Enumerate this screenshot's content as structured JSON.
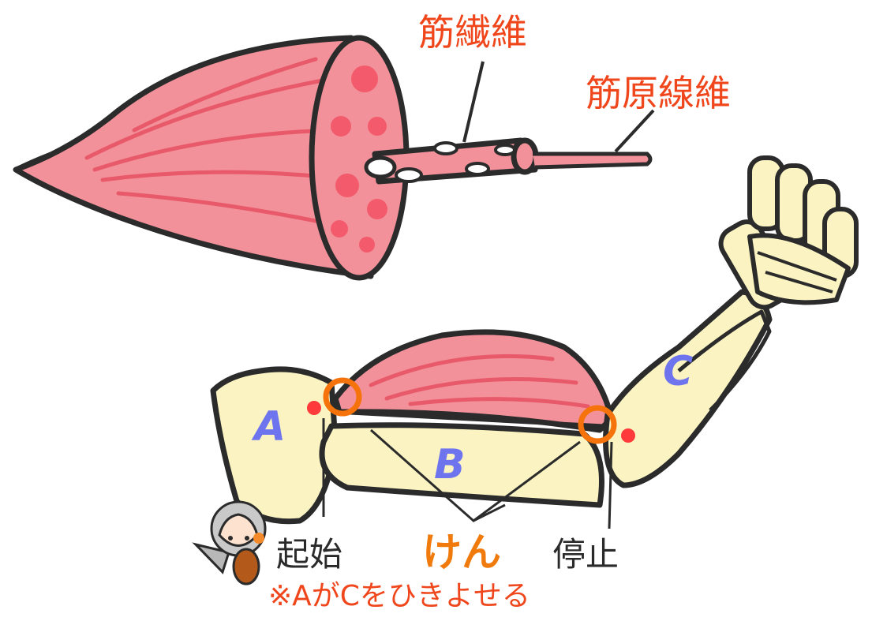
{
  "labels": {
    "muscle_fiber": "筋繊維",
    "myofibril": "筋原線維",
    "a": "A",
    "b": "B",
    "c": "C",
    "origin": "起始",
    "tendon": "けん",
    "insertion": "停止",
    "note": "※AがCをひきよせる"
  },
  "colors": {
    "outline": "#2b2b2b",
    "muscle": "#f2919a",
    "muscle_stripe": "#e8596a",
    "muscle_dots": "#f35b6c",
    "bone": "#fbf4c2",
    "label_red": "#f0461c",
    "label_blue": "#6e74ee",
    "label_orange": "#f07a0c",
    "attachment_ring": "#f5730a"
  }
}
